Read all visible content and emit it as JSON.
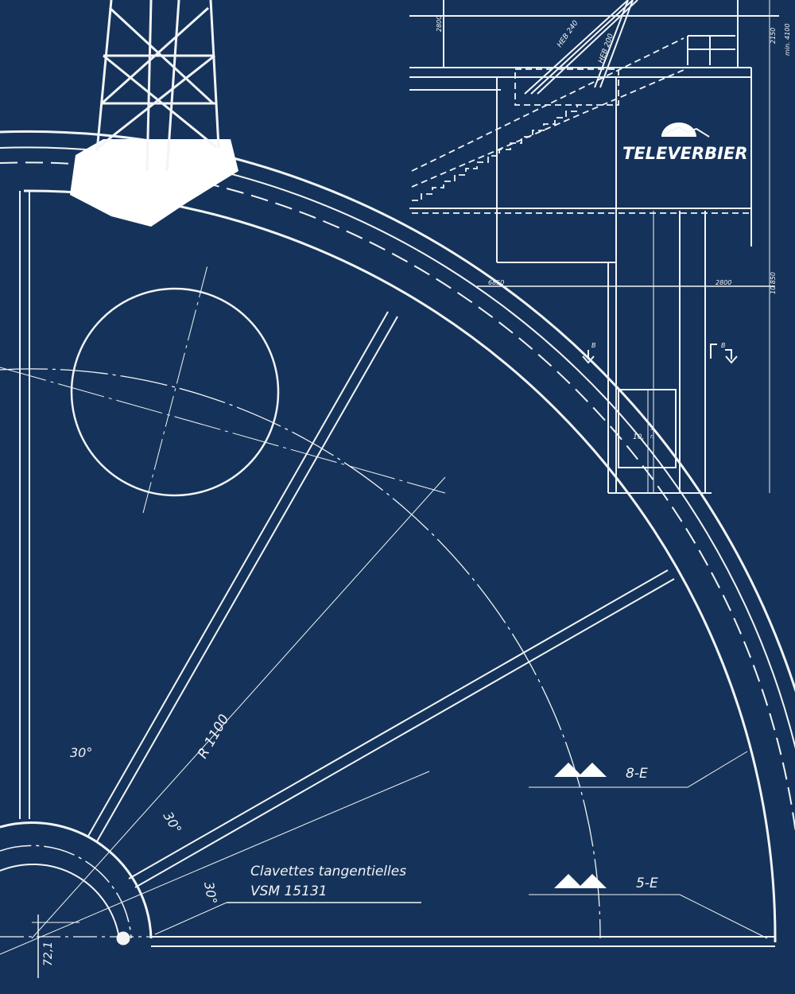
{
  "colors": {
    "background": "#15335a",
    "ink": "#f2f4f6"
  },
  "logo": {
    "text": "TELEVERBIER"
  },
  "building": {
    "beam_labels": [
      "HEB 240",
      "HEB 200"
    ],
    "dimensions": [
      "2800",
      "2150",
      "min. 4100",
      "6850",
      "2800",
      "10 850"
    ],
    "section_marks": [
      "B",
      "B"
    ],
    "box_labels": [
      "10,",
      "5",
      "r."
    ]
  },
  "wheel": {
    "radius_label": "R 1100",
    "angle_labels": [
      "30°",
      "30°",
      "30°"
    ],
    "hub_dimension": "72,1",
    "note_line1": "Clavettes tangentielles",
    "note_line2": "VSM   15131",
    "finish_marks": [
      "8-E",
      "5-E"
    ]
  }
}
